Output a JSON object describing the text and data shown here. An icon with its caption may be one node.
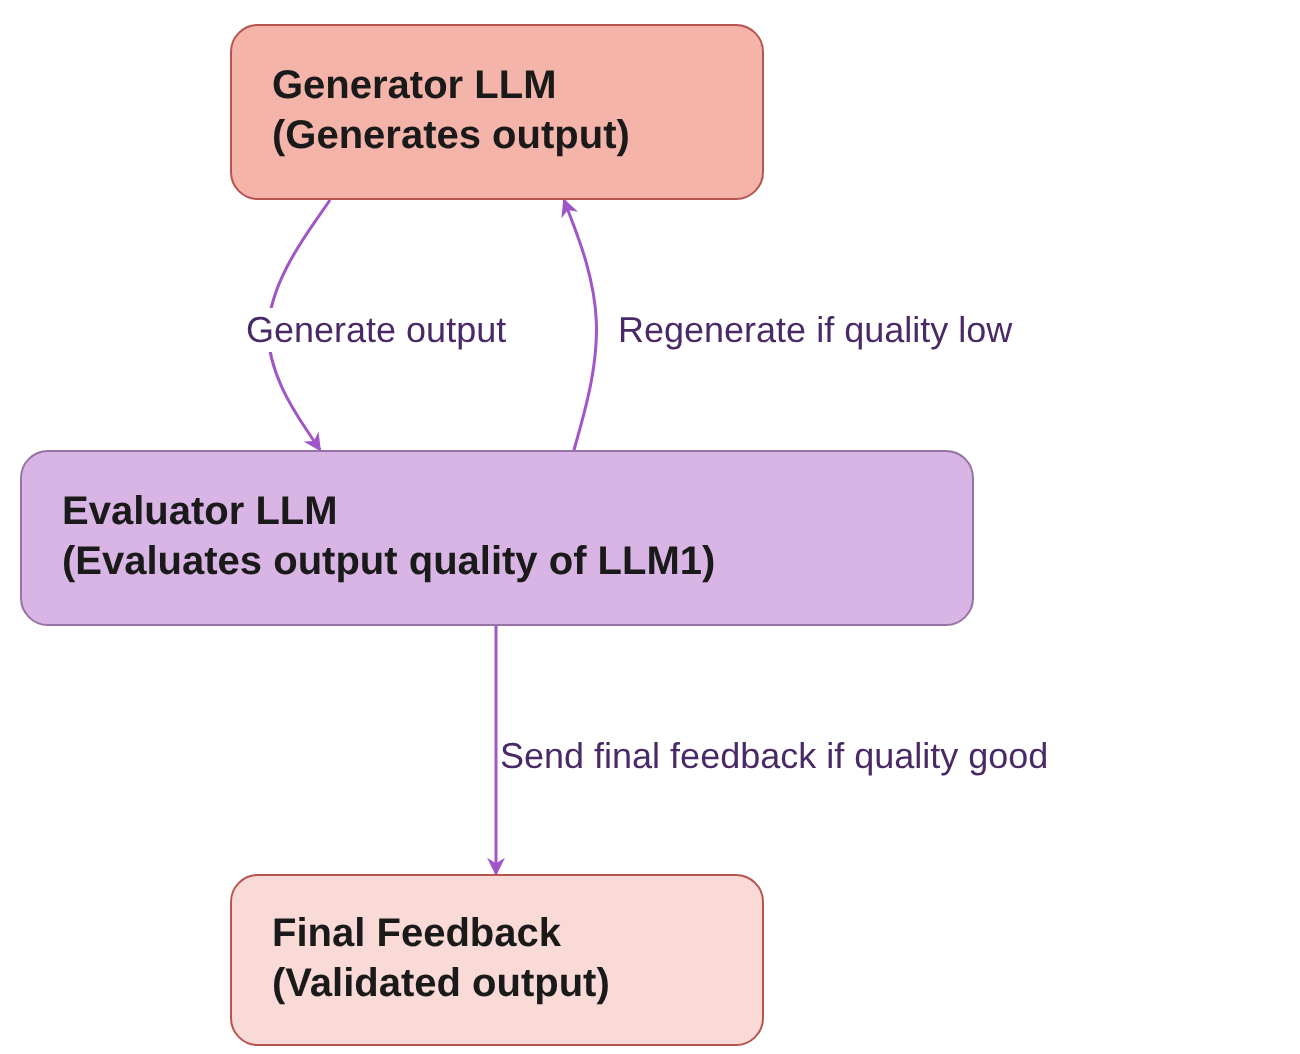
{
  "diagram": {
    "nodes": [
      {
        "text": [
          "Generator LLM",
          "(Generates output)"
        ]
      },
      {
        "text": [
          "Evaluator LLM",
          "(Evaluates output quality of LLM1)"
        ]
      },
      {
        "text": [
          "Final Feedback",
          "(Validated output)"
        ]
      }
    ],
    "edges": [
      {
        "from": 0,
        "to": 1,
        "arrow": "to",
        "label": "Generate output"
      },
      {
        "from": 1,
        "to": 0,
        "arrow": "to",
        "label": "Regenerate if quality low"
      },
      {
        "from": 1,
        "to": 2,
        "arrow": "to",
        "label": "Send final feedback if quality good"
      }
    ]
  }
}
